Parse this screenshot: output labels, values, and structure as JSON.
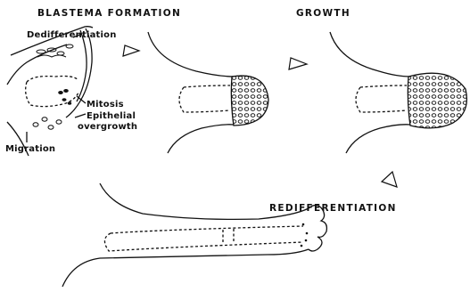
{
  "diagram": {
    "stages": {
      "blastema_formation": "BLASTEMA FORMATION",
      "growth": "GROWTH",
      "redifferentiation": "REDIFFERENTIATION"
    },
    "annotations": {
      "dedifferentiation": "Dedifferentiation",
      "mitosis": "Mitosis",
      "epithelial_line1": "Epithelial",
      "epithelial_line2": "overgrowth",
      "migration": "Migration"
    },
    "ink_color": "#111111",
    "background_color": "#ffffff"
  }
}
